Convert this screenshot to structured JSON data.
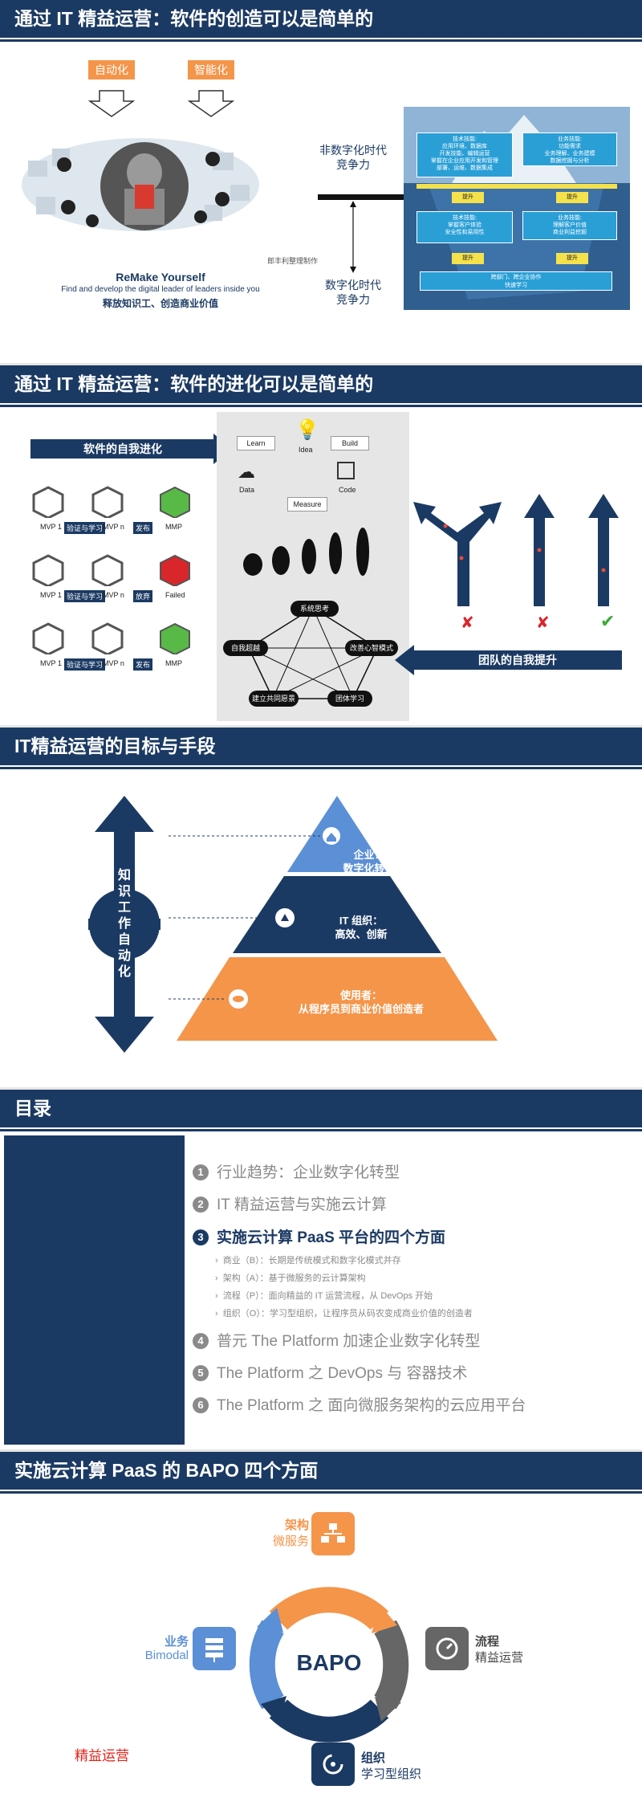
{
  "slide1": {
    "title": "通过 IT 精益运营：软件的创造可以是简单的",
    "tag_left": "自动化",
    "tag_right": "智能化",
    "remake_title": "ReMake Yourself",
    "remake_sub": "Find and develop the digital leader of leaders inside you",
    "remake_cn": "释放知识工、创造商业价值",
    "non_digital": "非数字化时代\n竞争力",
    "digital": "数字化时代\n竞争力",
    "credit": "郎丰利整理制作",
    "ice": {
      "box1": "技术技能:\n应用环境、数据库\n开发技能、编辑运营\n掌握在企业应用开发和管理\n部署、运维、数据集成",
      "box2": "业务技能:\n功能需求\n业务理解、业务建模\n数据挖掘与分析",
      "box3": "技术技能:\n掌握客户体验\n安全性和易用性",
      "box4": "业务技能:\n理解客户价值\n商业利益挖掘",
      "box5": "跨部门、跨企业协作\n快速学习",
      "up": "提升"
    }
  },
  "slide2": {
    "title": "通过 IT 精益运营：软件的进化可以是简单的",
    "self_evolve": "软件的自我进化",
    "team_improve": "团队的自我提升",
    "rows": [
      {
        "mvp1": "MVP 1",
        "verify": "验证与学习",
        "mvpn": "MVP n",
        "action": "发布",
        "result": "MMP"
      },
      {
        "mvp1": "MVP 1",
        "verify": "验证与学习",
        "mvpn": "MVP n",
        "action": "放弃",
        "result": "Failed"
      },
      {
        "mvp1": "MVP 1",
        "verify": "验证与学习",
        "mvpn": "MVP n",
        "action": "发布",
        "result": "MMP"
      }
    ],
    "cycle": {
      "learn": "Learn",
      "idea": "Idea",
      "build": "Build",
      "data": "Data",
      "code": "Code",
      "measure": "Measure"
    },
    "disciplines": [
      "系统思考",
      "改善心智模式",
      "团体学习",
      "建立共同愿景",
      "自我超越"
    ]
  },
  "slide3": {
    "title": "IT精益运营的目标与手段",
    "left_vertical": "知识工作自动化",
    "tier1": "企业：\n数字化转型",
    "tier2": "IT 组织：\n高效、创新",
    "tier3": "使用者：\n从程序员到商业价值创造者"
  },
  "slide4": {
    "title": "目录",
    "items": [
      {
        "num": "1",
        "text": "行业趋势：企业数字化转型"
      },
      {
        "num": "2",
        "text": "IT 精益运营与实施云计算"
      },
      {
        "num": "3",
        "text": "实施云计算 PaaS 平台的四个方面"
      },
      {
        "num": "4",
        "text": "普元 The Platform 加速企业数字化转型"
      },
      {
        "num": "5",
        "text": "The Platform 之 DevOps 与 容器技术"
      },
      {
        "num": "6",
        "text": "The Platform 之 面向微服务架构的云应用平台"
      }
    ],
    "subs": [
      "商业（B）：长期是传统模式和数字化模式并存",
      "架构（A）：基于微服务的云计算架构",
      "流程（P）：面向精益的 IT 运营流程，从 DevOps 开始",
      "组织（O）：学习型组织，让程序员从码农变成商业价值的创造者"
    ]
  },
  "slide5": {
    "title": "实施云计算 PaaS 的 BAPO 四个方面",
    "center": "BAPO",
    "arch_a": "架构",
    "arch_b": "微服务",
    "biz_a": "业务",
    "biz_b": "Bimodal",
    "proc_a": "流程",
    "proc_b": "精益运营",
    "org_a": "组织",
    "org_b": "学习型组织",
    "red_note": "精益运营",
    "colors": {
      "orange": "#f4954a",
      "blue": "#5b8fd6",
      "gray": "#666666",
      "navy": "#1b3a63"
    }
  }
}
